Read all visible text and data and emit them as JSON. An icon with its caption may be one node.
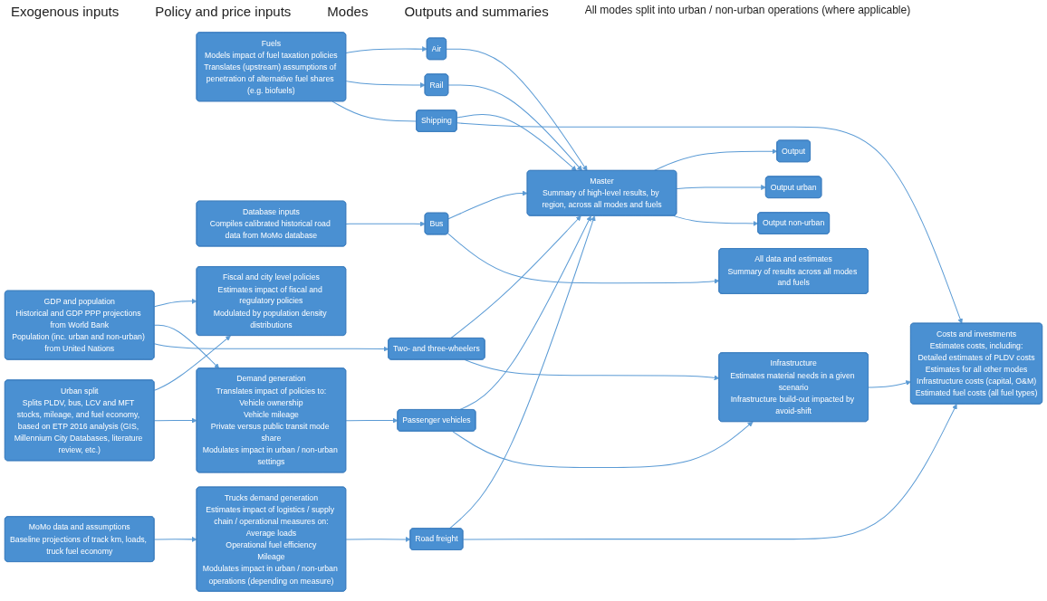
{
  "diagram": {
    "nodes": [
      {
        "text": [
          "GDP and population",
          "Historical and GDP PPP projections from World Bank",
          "Population (inc. urban and non-urban) from United Nations"
        ]
      },
      {
        "text": [
          "Database inputs",
          "Compiles calibrated historical road data from MoMo database"
        ]
      },
      {
        "text": [
          "MoMo data and assumptions",
          "Baseline projections of track km, loads, truck fuel economy"
        ]
      },
      {
        "text": [
          "Urban split",
          "Splits PLDV, bus, LCV and MFT stocks, mileage, and fuel economy, based on ETP 2016 analysis (GIS, Millennium City Databases, literature review, etc.)"
        ]
      },
      {
        "text": [
          "Fiscal and city level policies",
          "Estimates impact of fiscal and regulatory policies",
          "Modulated by population density distributions"
        ]
      },
      {
        "text": [
          "Demand generation",
          "Translates impact of policies to:",
          "Vehicle ownership",
          "Vehicle mileage",
          "Private versus public transit mode share",
          "Modulates impact in urban / non-urban settings"
        ]
      },
      {
        "text": [
          "Fuels",
          "Models impact of fuel taxation policies",
          "Translates (upstream) assumptions of penetration of alternative fuel shares (e.g. biofuels)"
        ]
      },
      {
        "text": [
          "Trucks demand generation",
          "Estimates impact of logistics / supply chain / operational measures on:",
          "Average loads",
          "Operational fuel efficiency",
          "Mileage",
          "Modulates impact in urban / non-urban operations (depending on measure)"
        ]
      },
      {
        "text": [
          "Two- and three-wheelers"
        ]
      },
      {
        "text": [
          "Passenger vehicles"
        ]
      },
      {
        "text": [
          "Bus"
        ]
      },
      {
        "text": [
          "Air"
        ]
      },
      {
        "text": [
          "Rail"
        ]
      },
      {
        "text": [
          "Road freight"
        ]
      },
      {
        "text": [
          "Shipping"
        ]
      },
      {
        "text": [
          "Master",
          "Summary of high-level results, by region, across all modes and fuels"
        ]
      },
      {
        "text": [
          "Output"
        ]
      },
      {
        "text": [
          "Output urban"
        ]
      },
      {
        "text": [
          "Output non-urban"
        ]
      },
      {
        "text": [
          "All data and estimates",
          "Summary of results across all modes and fuels"
        ]
      },
      {
        "text": [
          "Infrastructure",
          "Estimates material needs in a given scenario",
          "Infrastructure build-out impacted by avoid-shift"
        ]
      },
      {
        "text": [
          "Costs and investments",
          "Estimates costs, including:",
          "Detailed estimates of PLDV costs",
          "Estimates for all other modes",
          "Infrastructure costs (capital, O&M)",
          "Estimated fuel costs (all fuel types)"
        ]
      }
    ],
    "edges": [
      {
        "from": 0,
        "to": 4,
        "arrow": "to"
      },
      {
        "from": 0,
        "to": 5,
        "arrow": "to"
      },
      {
        "from": 0,
        "to": 8,
        "arrow": "to"
      },
      {
        "from": 3,
        "to": 4,
        "arrow": "to"
      },
      {
        "from": 3,
        "to": 5,
        "arrow": "to"
      },
      {
        "from": 2,
        "to": 7,
        "arrow": "to"
      },
      {
        "from": 1,
        "to": 10,
        "arrow": "to"
      },
      {
        "from": 5,
        "to": 9,
        "arrow": "to"
      },
      {
        "from": 6,
        "to": 11,
        "arrow": "to"
      },
      {
        "from": 6,
        "to": 12,
        "arrow": "to"
      },
      {
        "from": 6,
        "to": 14,
        "arrow": "none"
      },
      {
        "from": 7,
        "to": 13,
        "arrow": "to"
      },
      {
        "from": 8,
        "to": 15,
        "arrow": "to"
      },
      {
        "from": 9,
        "to": 15,
        "arrow": "to"
      },
      {
        "from": 10,
        "to": 15,
        "arrow": "to"
      },
      {
        "from": 11,
        "to": 15,
        "arrow": "to"
      },
      {
        "from": 12,
        "to": 15,
        "arrow": "to"
      },
      {
        "from": 13,
        "to": 15,
        "arrow": "to"
      },
      {
        "from": 14,
        "to": 15,
        "arrow": "to"
      },
      {
        "from": 15,
        "to": 16,
        "arrow": "to"
      },
      {
        "from": 15,
        "to": 17,
        "arrow": "to"
      },
      {
        "from": 15,
        "to": 18,
        "arrow": "to"
      },
      {
        "from": 10,
        "to": 19,
        "arrow": "to"
      },
      {
        "from": 8,
        "to": 20,
        "arrow": "to"
      },
      {
        "from": 9,
        "to": 20,
        "arrow": "to"
      },
      {
        "from": 13,
        "to": 21,
        "arrow": "to"
      },
      {
        "from": 14,
        "to": 21,
        "arrow": "to"
      },
      {
        "from": 20,
        "to": 21,
        "arrow": "to"
      }
    ],
    "labels": [
      "Exogenous inputs",
      "Policy and price inputs",
      "Modes",
      "Outputs and summaries",
      "All modes split into urban / non-urban operations (where applicable)"
    ]
  }
}
